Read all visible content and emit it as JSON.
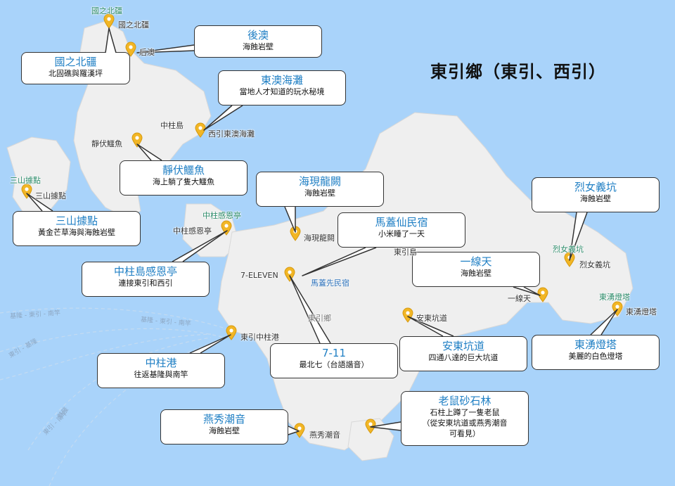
{
  "title": "東引鄉（東引、西引）",
  "callouts": [
    {
      "title": "國之北疆",
      "sub": [
        "北固礁與羅漢坪"
      ]
    },
    {
      "title": "後澳",
      "sub": [
        "海蝕岩壁"
      ]
    },
    {
      "title": "東澳海灘",
      "sub": [
        "當地人才知道的玩水秘境"
      ]
    },
    {
      "title": "靜伏鱷魚",
      "sub": [
        "海上躺了隻大鱷魚"
      ]
    },
    {
      "title": "三山據點",
      "sub": [
        "黃金芒草海與海蝕岩壁"
      ]
    },
    {
      "title": "海現龍闕",
      "sub": [
        "海蝕岩壁"
      ]
    },
    {
      "title": "馬蓋仙民宿",
      "sub": [
        "小米睡了一天"
      ]
    },
    {
      "title": "中柱島感恩亭",
      "sub": [
        "連接東引和西引"
      ]
    },
    {
      "title": "烈女義坑",
      "sub": [
        "海蝕岩壁"
      ]
    },
    {
      "title": "一線天",
      "sub": [
        "海蝕岩壁"
      ]
    },
    {
      "title": "東湧燈塔",
      "sub": [
        "美麗的白色燈塔"
      ]
    },
    {
      "title": "7-11",
      "sub": [
        "最北七（台語諧音）"
      ]
    },
    {
      "title": "安東坑道",
      "sub": [
        "四通八達的巨大坑道"
      ]
    },
    {
      "title": "中柱港",
      "sub": [
        "往返基隆與南竿"
      ]
    },
    {
      "title": "老鼠砂石林",
      "sub": [
        "石柱上蹲了一隻老鼠",
        "（從安東坑道或燕秀潮音",
        "可看見）"
      ]
    },
    {
      "title": "燕秀潮音",
      "sub": [
        "海蝕岩壁"
      ]
    }
  ],
  "map_labels": [
    "國之北疆",
    "國之北疆",
    "后澳",
    "中柱島",
    "西引東澳海灘",
    "靜伏鱷魚",
    "三山據點",
    "三山據點",
    "中柱感恩亭",
    "中柱感恩亭",
    "海現龍闕",
    "7-ELEVEN",
    "馬蓋先民宿",
    "東引鄉",
    "東引島",
    "安東坑道",
    "東引中柱港",
    "燕秀潮音",
    "烈女義坑",
    "烈女義坑",
    "一線天",
    "東湧燈塔",
    "東湧燈塔"
  ],
  "routes": [
    "基隆 - 東引 - 南竿",
    "基隆 - 東引 - 南竿",
    "東引 - 基隆",
    "基隆",
    "東引 - 南竿"
  ],
  "colors": {
    "sea": "#a9d3fa",
    "land": "#efefef",
    "pin": "#f2b625",
    "callout_title": "#1f7fc4"
  }
}
